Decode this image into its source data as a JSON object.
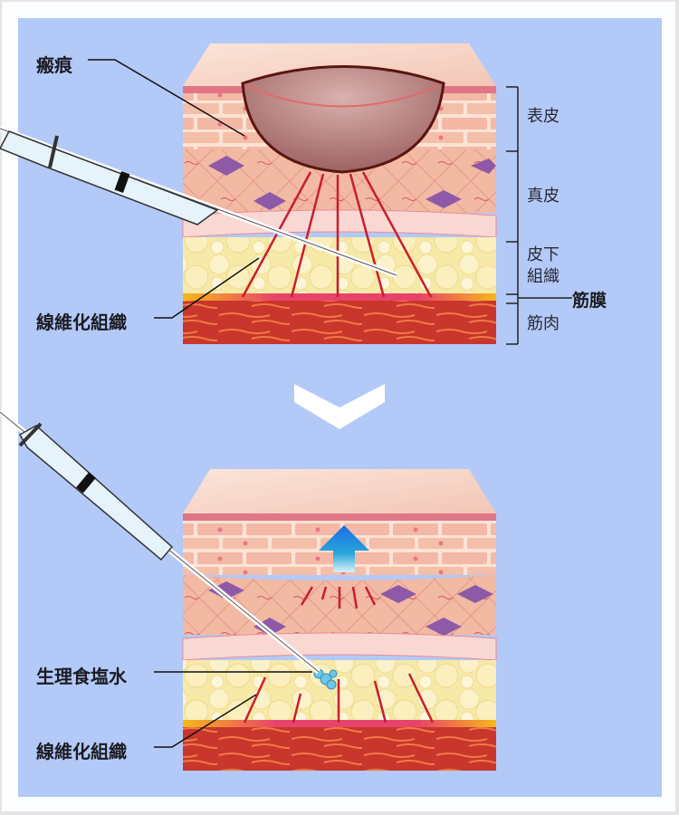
{
  "figure": {
    "top_diagram": {
      "callouts": {
        "scar": "瘢痕",
        "fibrotic_tissue": "線維化組織"
      },
      "layer_labels": {
        "epidermis": "表皮",
        "dermis": "真皮",
        "subcutaneous_line1": "皮下",
        "subcutaneous_line2": "組織",
        "fascia": "筋膜",
        "muscle": "筋肉"
      }
    },
    "transition_arrow": "chevron-down-icon",
    "bottom_diagram": {
      "callouts": {
        "saline": "生理食塩水",
        "fibrotic_tissue": "線維化組織"
      }
    },
    "colors": {
      "background_panel": "#b3c9f7",
      "skin_top": "#f6d3c4",
      "epidermis": "#f0a9a0",
      "dermis": "#efb3a0",
      "fat": "#f7ebb0",
      "fascia": "#f5b51e",
      "muscle": "#c9362c",
      "fiber": "#c81e2e",
      "lift_arrow": "#1f73e0",
      "saline": "#6cc6e8"
    }
  }
}
